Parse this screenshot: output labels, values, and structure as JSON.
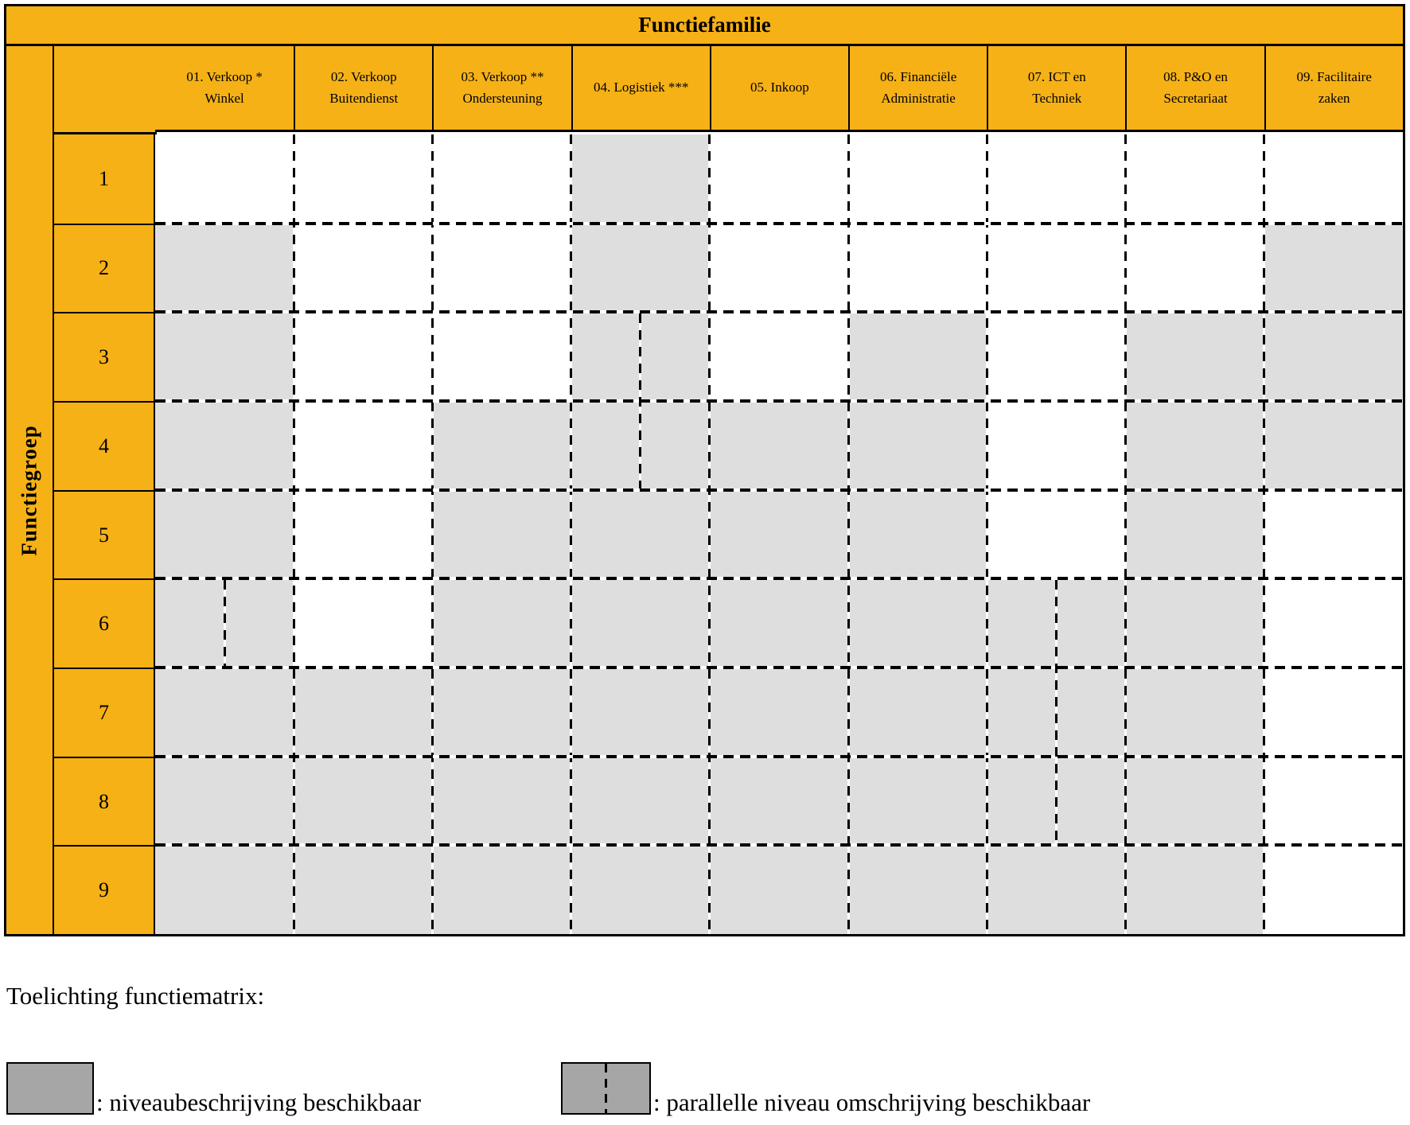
{
  "table": {
    "family_header": "Functiefamilie",
    "group_header": "Functiegroep",
    "column_headers": [
      {
        "line1": "01. Verkoop *",
        "line2": "Winkel"
      },
      {
        "line1": "02. Verkoop",
        "line2": "Buitendienst"
      },
      {
        "line1": "03. Verkoop **",
        "line2": "Ondersteuning"
      },
      {
        "line1": "04. Logistiek ***",
        "line2": ""
      },
      {
        "line1": "05. Inkoop",
        "line2": ""
      },
      {
        "line1": "06. Financiële",
        "line2": "Administratie"
      },
      {
        "line1": "07. ICT en",
        "line2": "Techniek"
      },
      {
        "line1": "08. P&O en",
        "line2": "Secretariaat"
      },
      {
        "line1": "09. Facilitaire",
        "line2": "zaken"
      }
    ],
    "row_labels": [
      "1",
      "2",
      "3",
      "4",
      "5",
      "6",
      "7",
      "8",
      "9"
    ],
    "cells": [
      [
        0,
        0,
        0,
        1,
        0,
        0,
        0,
        0,
        0
      ],
      [
        1,
        0,
        0,
        1,
        0,
        0,
        0,
        0,
        1
      ],
      [
        1,
        0,
        0,
        1,
        0,
        1,
        0,
        1,
        1
      ],
      [
        1,
        0,
        1,
        1,
        1,
        1,
        0,
        1,
        1
      ],
      [
        1,
        0,
        1,
        1,
        1,
        1,
        0,
        1,
        0
      ],
      [
        1,
        0,
        1,
        1,
        1,
        1,
        1,
        1,
        0
      ],
      [
        1,
        1,
        1,
        1,
        1,
        1,
        1,
        1,
        0
      ],
      [
        1,
        1,
        1,
        1,
        1,
        1,
        1,
        1,
        0
      ],
      [
        1,
        1,
        1,
        1,
        1,
        1,
        1,
        1,
        0
      ]
    ],
    "parallel_splits": [
      {
        "col": 0,
        "row_start": 5,
        "row_end": 5
      },
      {
        "col": 3,
        "row_start": 2,
        "row_end": 3
      },
      {
        "col": 6,
        "row_start": 5,
        "row_end": 7
      }
    ]
  },
  "legend": {
    "heading": "Toelichting functiematrix:",
    "items": [
      {
        "label": ": niveaubeschrijving beschikbaar",
        "swatch": "solid"
      },
      {
        "label": ": parallelle niveau omschrijving beschikbaar",
        "swatch": "split"
      }
    ]
  },
  "colors": {
    "header_orange": "#F6B116",
    "available_gray": "#DEDEDE",
    "empty_white": "#FFFFFF",
    "legend_gray": "#A6A6A6",
    "line_black": "#000000"
  }
}
